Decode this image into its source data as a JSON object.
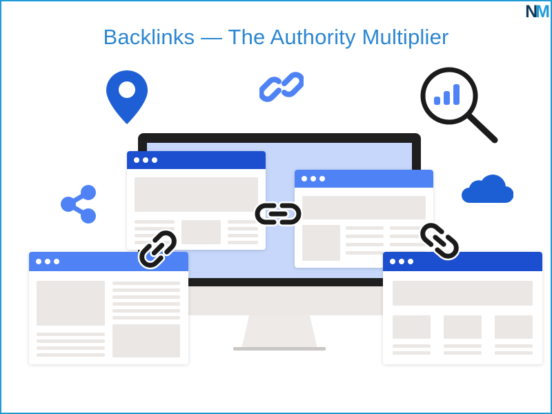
{
  "title": "Backlinks — The Authority Multiplier",
  "logo": {
    "left": "N",
    "right": "M"
  },
  "colors": {
    "frame": "#1e9bd7",
    "title": "#2b86d1",
    "dark_blue": "#1c4fcf",
    "light_blue": "#4f83f5",
    "screen": "#c6d7fb"
  },
  "icons": [
    "map-pin-icon",
    "link-icon",
    "magnifier-chart-icon",
    "share-icon",
    "cloud-icon"
  ]
}
